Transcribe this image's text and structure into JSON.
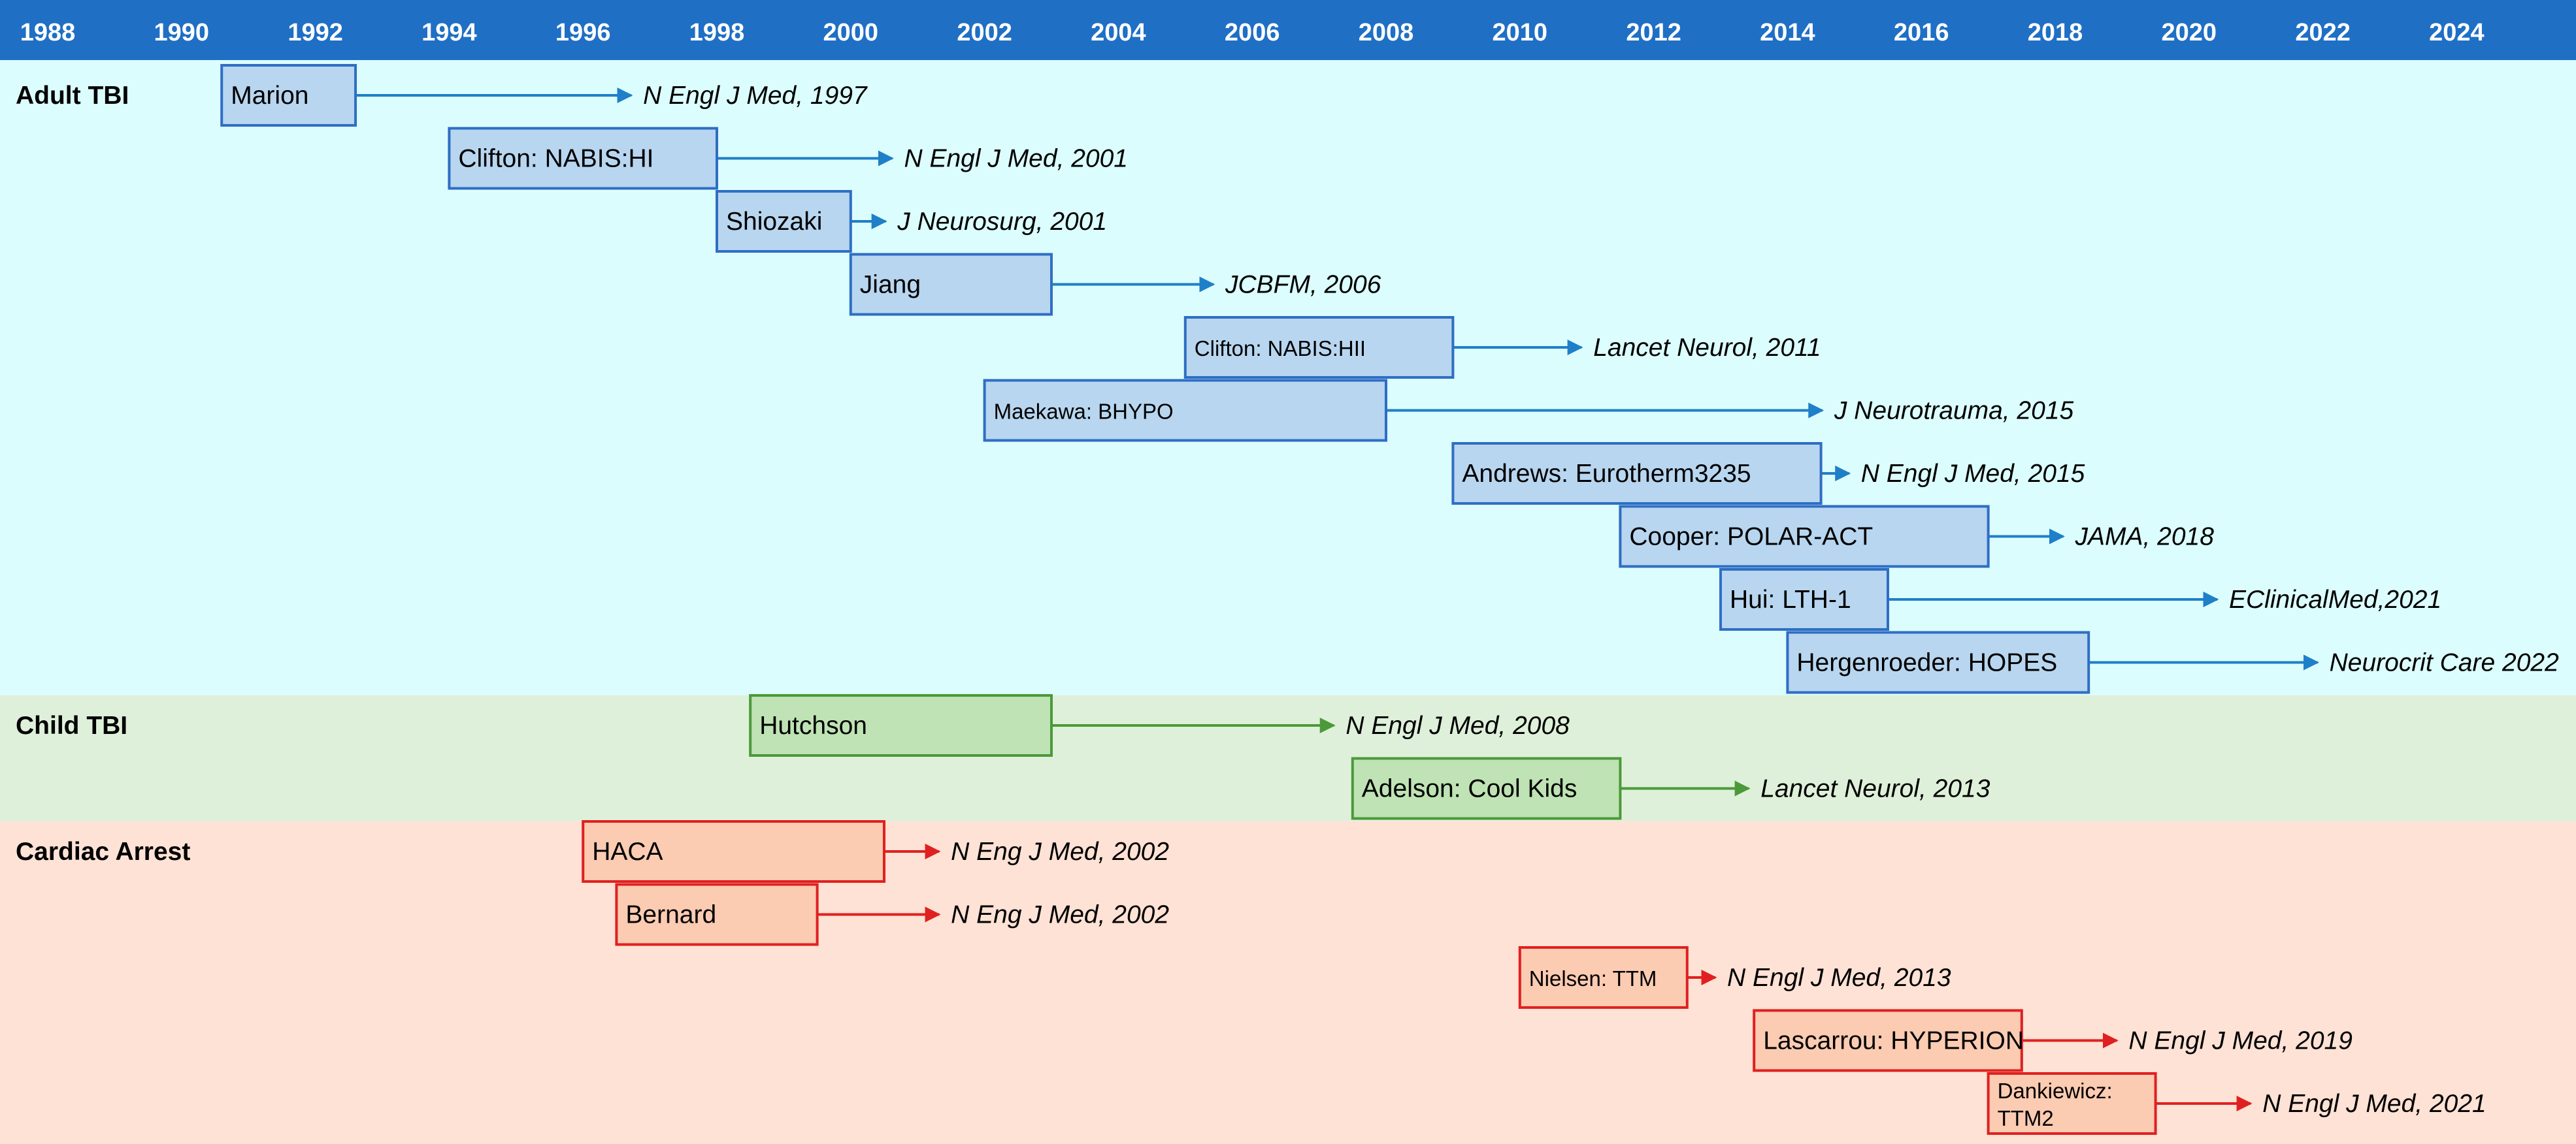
{
  "header": {
    "years": [
      "1988",
      "1990",
      "1992",
      "1994",
      "1996",
      "1998",
      "2000",
      "2002",
      "2004",
      "2006",
      "2008",
      "2010",
      "2012",
      "2014",
      "2016",
      "2018",
      "2020",
      "2022",
      "2024"
    ]
  },
  "sections": [
    {
      "id": "adult",
      "label": "Adult TBI",
      "band_color": "#dcfdfd",
      "box_fill": "#b8d6ef",
      "box_stroke": "#2e6ec4",
      "arrow_color": "#1f7fc8"
    },
    {
      "id": "child",
      "label": "Child TBI",
      "band_color": "#dff0da",
      "box_fill": "#bfe3b4",
      "box_stroke": "#4b9a3a",
      "arrow_color": "#4b9a3a"
    },
    {
      "id": "cardiac",
      "label": "Cardiac Arrest",
      "band_color": "#fde2d5",
      "box_fill": "#fbcbb2",
      "box_stroke": "#e02020",
      "arrow_color": "#e02020"
    }
  ],
  "trials": [
    {
      "section": "adult",
      "label": [
        "Marion"
      ],
      "start": 1990.6,
      "end": 1992.6,
      "pub": "N Engl J Med, 1997",
      "pub_year": 1996.8
    },
    {
      "section": "adult",
      "label": [
        "Clifton: NABIS:HI"
      ],
      "start": 1994.0,
      "end": 1998.0,
      "pub": "N Engl J Med, 2001",
      "pub_year": 2000.7
    },
    {
      "section": "adult",
      "label": [
        "Shiozaki"
      ],
      "start": 1998.0,
      "end": 2000.0,
      "pub": "J Neurosurg, 2001",
      "pub_year": 2000.6
    },
    {
      "section": "adult",
      "label": [
        "Jiang"
      ],
      "start": 2000.0,
      "end": 2003.0,
      "pub": "JCBFM, 2006",
      "pub_year": 2005.5
    },
    {
      "section": "adult",
      "label": [
        "Clifton: NABIS:HII"
      ],
      "start": 2005.0,
      "end": 2009.0,
      "pub": "Lancet Neurol, 2011",
      "pub_year": 2011.0,
      "small": true
    },
    {
      "section": "adult",
      "label": [
        "Maekawa: BHYPO"
      ],
      "start": 2002.0,
      "end": 2008.0,
      "pub": "J Neurotrauma, 2015",
      "pub_year": 2014.6,
      "small": true
    },
    {
      "section": "adult",
      "label": [
        "Andrews: Eurotherm3235"
      ],
      "start": 2009.0,
      "end": 2014.5,
      "pub": "N Engl J Med, 2015",
      "pub_year": 2015.0
    },
    {
      "section": "adult",
      "label": [
        "Cooper: POLAR-ACT"
      ],
      "start": 2011.5,
      "end": 2017.0,
      "pub": "JAMA, 2018",
      "pub_year": 2018.2
    },
    {
      "section": "adult",
      "label": [
        "Hui: LTH-1"
      ],
      "start": 2013.0,
      "end": 2015.5,
      "pub": "EClinicalMed,2021",
      "pub_year": 2020.5
    },
    {
      "section": "adult",
      "label": [
        "Hergenroeder: HOPES"
      ],
      "start": 2014.0,
      "end": 2018.5,
      "pub": "Neurocrit Care 2022",
      "pub_year": 2022.0
    },
    {
      "section": "child",
      "label": [
        "Hutchson"
      ],
      "start": 1998.5,
      "end": 2003.0,
      "pub": "N Engl J Med, 2008",
      "pub_year": 2007.3
    },
    {
      "section": "child",
      "label": [
        "Adelson: Cool Kids"
      ],
      "start": 2007.5,
      "end": 2011.5,
      "pub": "Lancet Neurol, 2013",
      "pub_year": 2013.5
    },
    {
      "section": "cardiac",
      "label": [
        "HACA"
      ],
      "start": 1996.0,
      "end": 2000.5,
      "pub": "N Eng J Med, 2002",
      "pub_year": 2001.4
    },
    {
      "section": "cardiac",
      "label": [
        "Bernard"
      ],
      "start": 1996.5,
      "end": 1999.5,
      "pub": "N Eng J Med, 2002",
      "pub_year": 2001.4
    },
    {
      "section": "cardiac",
      "label": [
        "Nielsen: TTM"
      ],
      "start": 2010.0,
      "end": 2012.5,
      "pub": "N Engl J Med, 2013",
      "pub_year": 2013.0,
      "small": true
    },
    {
      "section": "cardiac",
      "label": [
        "Lascarrou: HYPERION"
      ],
      "start": 2013.5,
      "end": 2017.5,
      "pub": "N Engl J Med, 2019",
      "pub_year": 2019.0
    },
    {
      "section": "cardiac",
      "label": [
        "Dankiewicz:",
        "TTM2"
      ],
      "start": 2017.0,
      "end": 2019.5,
      "pub": "N Engl J Med, 2021",
      "pub_year": 2021.0,
      "small": true
    }
  ],
  "colors": {
    "header_bg": "#1f6fc5",
    "header_text": "#ffffff"
  }
}
